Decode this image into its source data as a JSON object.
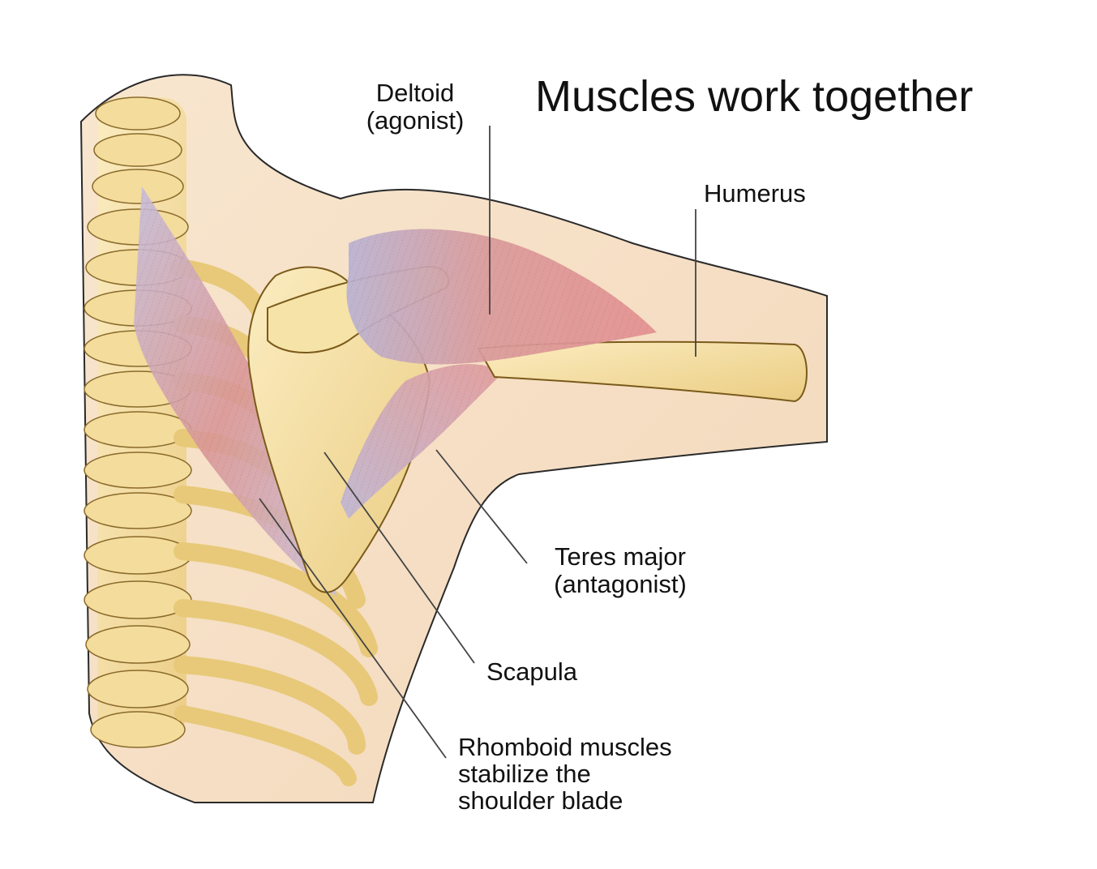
{
  "title": "Muscles work together",
  "labels": {
    "deltoid": "Deltoid\n(agonist)",
    "humerus": "Humerus",
    "teres_major": "Teres major\n(antagonist)",
    "scapula": "Scapula",
    "rhomboid": "Rhomboid muscles\nstabilize the\nshoulder blade"
  },
  "colors": {
    "skin": "#f4dfc4",
    "skin_edge": "#2a2a2a",
    "bone": "#f3dc9c",
    "bone_shadow": "#e2c06c",
    "muscle": "#d98f8f",
    "muscle_blue": "#b8b4d4",
    "leader_line": "#444444"
  }
}
